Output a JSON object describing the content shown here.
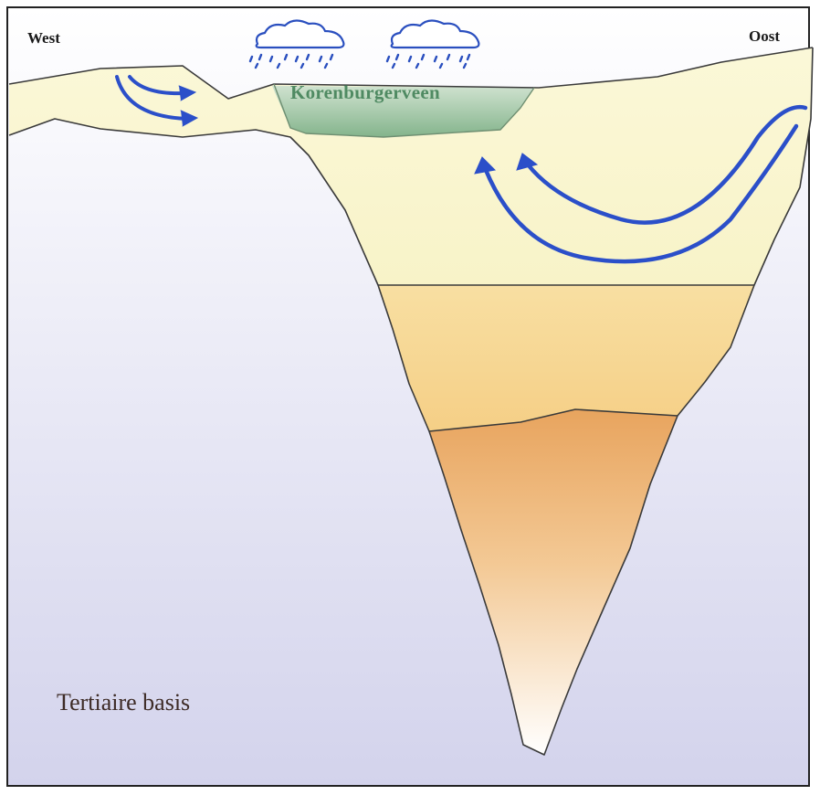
{
  "labels": {
    "west": "West",
    "oost": "Oost",
    "peat": "Korenburgerveen",
    "base": "Tertiaire basis"
  },
  "icons": {
    "weather": [
      "rain-cloud-icon",
      "rain-cloud-icon"
    ],
    "flow": [
      "flow-arrow-west",
      "flow-arrow-east"
    ]
  },
  "colors": {
    "peat": "#9bc49f",
    "upper_fill": "#f9f4c7",
    "base_gradient_top": "#ffffff",
    "base_gradient_bottom": "#d6d6ee",
    "sand_upper": "#f7d58f",
    "sand_lower": "#e8a560",
    "arrow": "#2b4fc9",
    "outline": "#333333"
  }
}
